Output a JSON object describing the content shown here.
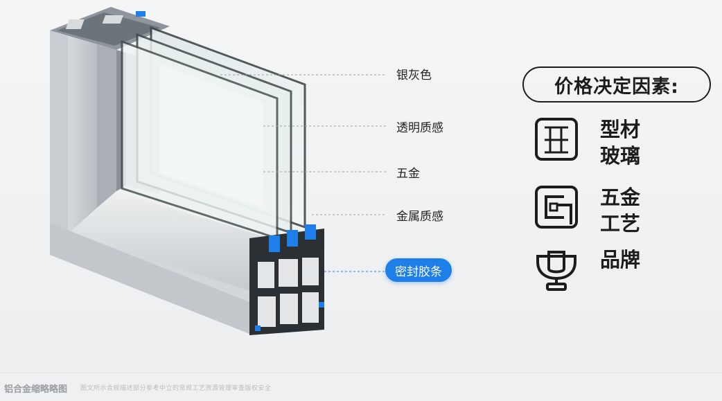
{
  "callouts": {
    "silver_gray": "银灰色",
    "transparent_texture": "透明质感",
    "hardware": "五金",
    "metallic_texture": "金属质感",
    "seal_strip": "密封胶条"
  },
  "factors": {
    "title": "价格决定因素:",
    "items": [
      {
        "icon": "profile-glass-icon",
        "line1": "型材",
        "line2": "玻璃"
      },
      {
        "icon": "hardware-craft-icon",
        "line1": "五金",
        "line2": "工艺"
      },
      {
        "icon": "brand-trophy-icon",
        "line1": "品牌",
        "line2": ""
      }
    ]
  },
  "footer": {
    "caption": "铝合金缩略略图",
    "note": "图文所示合规描述部分参考中立的常规工艺资源管理审查版权安全"
  },
  "colors": {
    "accent": "#1e7fe8",
    "frame": "#b7bcc1",
    "text": "#1c1c1c"
  }
}
